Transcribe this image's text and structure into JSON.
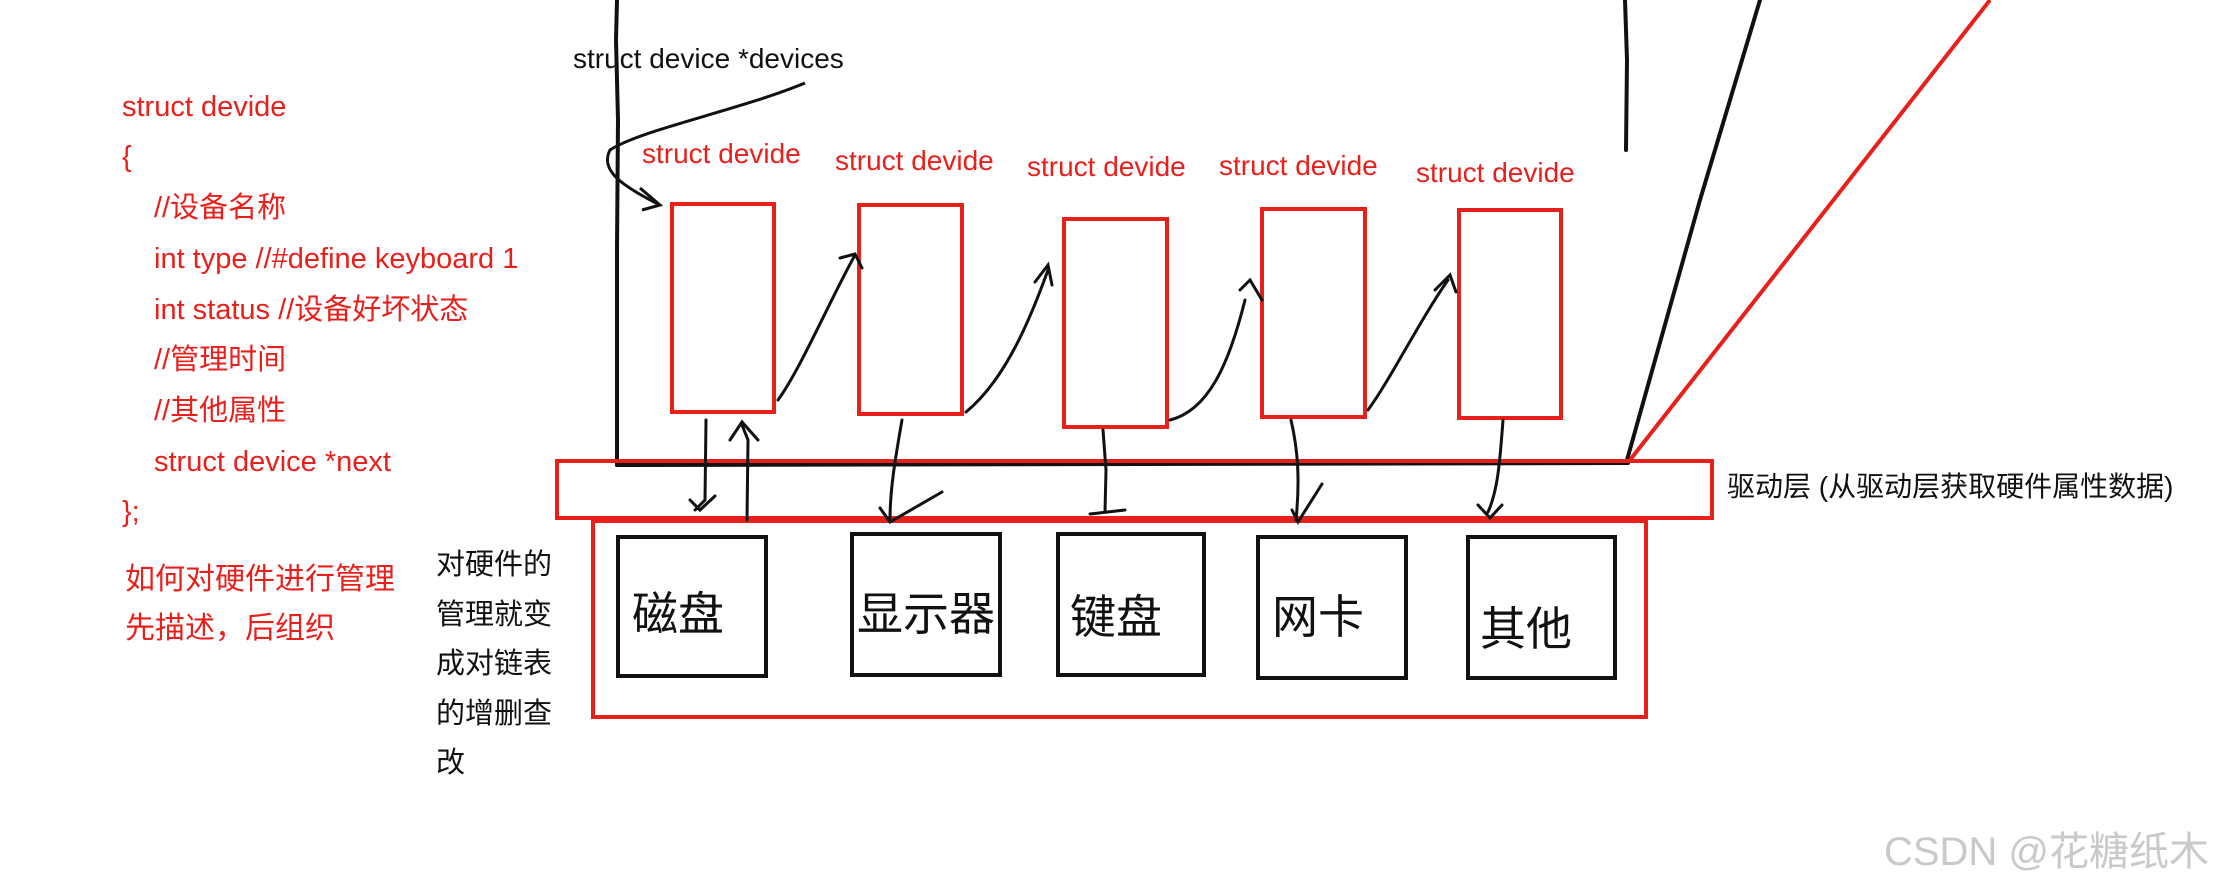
{
  "code_block": {
    "lines": [
      "struct devide",
      "{",
      "//设备名称",
      "int type //#define keyboard 1",
      "int status //设备好坏状态",
      "//管理时间",
      "//其他属性",
      "struct device *next",
      "};"
    ],
    "color": "#e8201c"
  },
  "notes": {
    "lines": [
      "如何对硬件进行管理",
      "先描述，后组织"
    ],
    "color": "#e8201c"
  },
  "head_pointer_label": "struct device *devices",
  "nodes": [
    {
      "label": "struct devide"
    },
    {
      "label": "struct devide"
    },
    {
      "label": "struct devide"
    },
    {
      "label": "struct devide"
    },
    {
      "label": "struct devide"
    }
  ],
  "driver_layer_label": "驱动层 (从驱动层获取硬件属性数据)",
  "hardware_devices": [
    {
      "label": "磁盘"
    },
    {
      "label": "显示器"
    },
    {
      "label": "键盘"
    },
    {
      "label": "网卡"
    },
    {
      "label": "其他"
    }
  ],
  "side_note_lines": [
    "对硬件的",
    "管理就变",
    "成对链表",
    "的增删查",
    "改"
  ],
  "watermark": "CSDN @花糖纸木",
  "colors": {
    "accent_red": "#e8201c",
    "ink": "#111111",
    "watermark": "#c9c9c9"
  }
}
